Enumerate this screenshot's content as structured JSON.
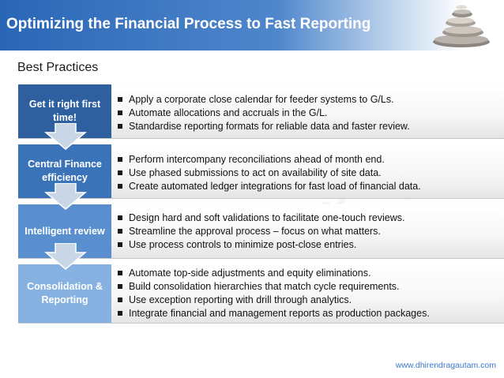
{
  "header": {
    "title": "Optimizing the Financial Process to Fast Reporting"
  },
  "section_heading": "Best Practices",
  "watermark": "Dhingerd.com",
  "rows": [
    {
      "label": "Get it right first time!",
      "bullets": [
        "Apply a corporate close calendar for feeder systems to G/Ls.",
        "Automate allocations and accruals in the G/L.",
        "Standardise reporting formats for reliable data and faster review."
      ]
    },
    {
      "label": "Central Finance efficiency",
      "bullets": [
        "Perform intercompany reconciliations ahead of month end.",
        "Use phased submissions to act on availability of site data.",
        "Create automated ledger integrations for fast load of financial data."
      ]
    },
    {
      "label": "Intelligent review",
      "bullets": [
        "Design hard and soft validations to facilitate one-touch reviews.",
        "Streamline the approval process – focus on what matters.",
        "Use process controls to minimize post-close entries."
      ]
    },
    {
      "label": "Consolidation & Reporting",
      "bullets": [
        "Automate top-side adjustments and equity eliminations.",
        "Build consolidation hierarchies that match cycle requirements.",
        "Use exception reporting with drill through analytics.",
        "Integrate financial and management reports as production packages."
      ]
    }
  ],
  "footer": {
    "url": "www.dhirendragautam.com"
  },
  "colors": {
    "title_bar": "#2a66b6",
    "row1": "#2e5f9f",
    "row2": "#3b73b8",
    "row3": "#5a8fcf",
    "row4": "#86b1e0",
    "footer_link": "#3c78c8"
  }
}
